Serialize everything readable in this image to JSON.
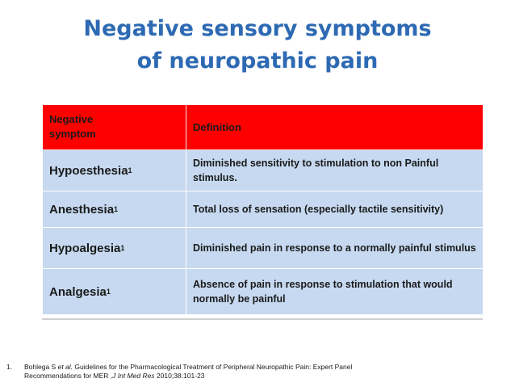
{
  "title": {
    "line1": "Negative sensory symptoms",
    "line2": "of neuropathic pain"
  },
  "table": {
    "headers": {
      "col1_line1": "Negative",
      "col1_line2": "symptom",
      "col2": "Definition"
    },
    "rows": [
      {
        "term": "Hypoesthesia",
        "sup": "1",
        "definition": "Diminished sensitivity to stimulation to non Painful stimulus."
      },
      {
        "term": "Anesthesia",
        "sup": "1",
        "definition": "Total loss of sensation (especially tactile sensitivity)"
      },
      {
        "term": "Hypoalgesia",
        "sup": "1",
        "definition": "Diminished pain in response to a normally painful stimulus"
      },
      {
        "term": "Analgesia",
        "sup": "1",
        "definition": "Absence of pain in response to stimulation that would normally be painful"
      }
    ]
  },
  "footnote": {
    "number": "1.",
    "authors": "Bohlega S ",
    "etal": "et al.",
    "text1": " Guidelines for the Pharmacological Treatment of Peripheral Neuropathic Pain: Expert Panel",
    "text2": "Recommendations for MER ,",
    "journal": "J Int Med Res",
    "citation": " 2010;38:101-23"
  },
  "colors": {
    "title": "#2e6ab3",
    "header_bg": "#ff0000",
    "row_bg": "#c6d9f0"
  }
}
